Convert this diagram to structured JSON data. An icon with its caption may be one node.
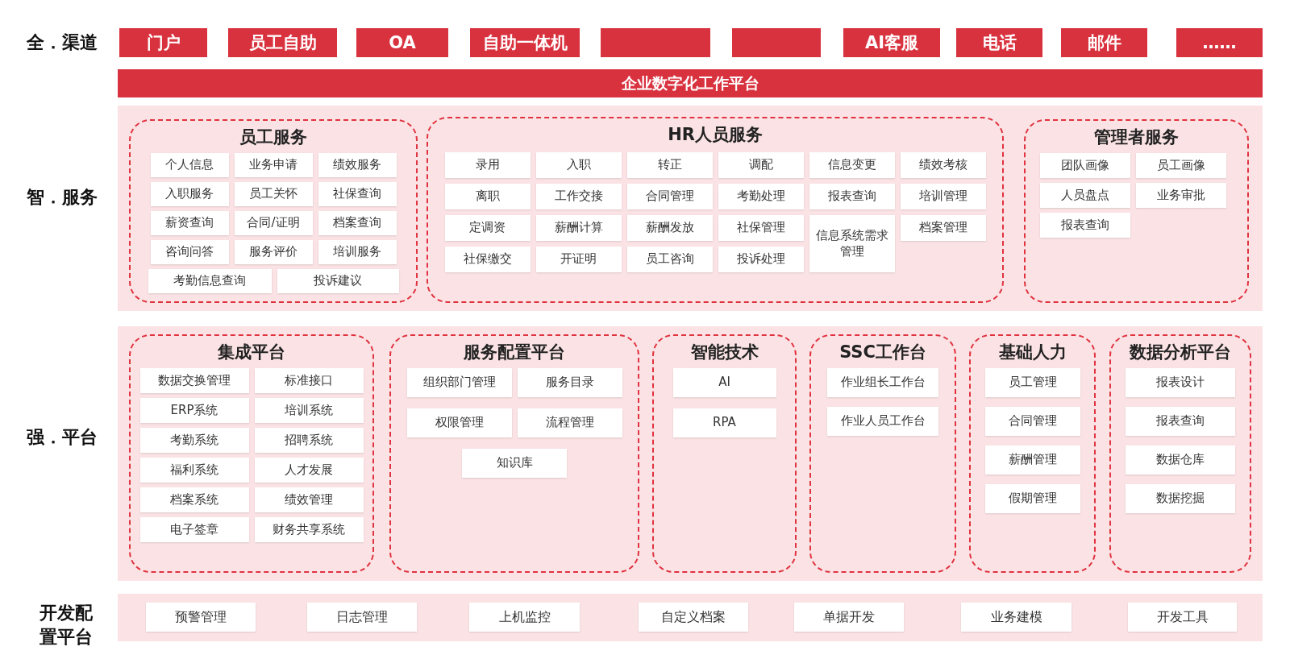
{
  "diagram": {
    "nodes": [
      {
        "text": [
          "门户"
        ]
      },
      {
        "text": [
          "员工自助"
        ]
      },
      {
        "text": [
          "OA"
        ]
      },
      {
        "text": [
          "自助一体机"
        ]
      },
      {
        "text": [],
        "shape": "box"
      },
      {
        "text": [],
        "shape": "box"
      },
      {
        "text": [
          "AI客服"
        ]
      },
      {
        "text": [
          "电话"
        ]
      },
      {
        "text": [
          "邮件"
        ]
      },
      {
        "text": [
          "……"
        ]
      },
      {
        "text": [
          "企业数字化工作平台"
        ]
      },
      {
        "text": [
          "员工服务"
        ]
      },
      {
        "text": [
          "个人信息"
        ],
        "in": 11
      },
      {
        "text": [
          "业务申请"
        ],
        "in": 11
      },
      {
        "text": [
          "绩效服务"
        ],
        "in": 11
      },
      {
        "text": [
          "入职服务"
        ],
        "in": 11
      },
      {
        "text": [
          "员工关怀"
        ],
        "in": 11
      },
      {
        "text": [
          "社保查询"
        ],
        "in": 11
      },
      {
        "text": [
          "薪资查询"
        ],
        "in": 11
      },
      {
        "text": [
          "合同/证明"
        ],
        "in": 11
      },
      {
        "text": [
          "档案查询"
        ],
        "in": 11
      },
      {
        "text": [
          "咨询问答"
        ],
        "in": 11
      },
      {
        "text": [
          "服务评价"
        ],
        "in": 11
      },
      {
        "text": [
          "培训服务"
        ],
        "in": 11
      },
      {
        "text": [
          "考勤信息查询"
        ],
        "in": 11
      },
      {
        "text": [
          "投诉建议"
        ],
        "in": 11
      },
      {
        "text": [
          "HR人员服务"
        ]
      },
      {
        "text": [
          "录用"
        ],
        "in": 26
      },
      {
        "text": [
          "入职"
        ],
        "in": 26
      },
      {
        "text": [
          "转正"
        ],
        "in": 26
      },
      {
        "text": [
          "调配"
        ],
        "in": 26
      },
      {
        "text": [
          "信息变更"
        ],
        "in": 26
      },
      {
        "text": [
          "绩效考核"
        ],
        "in": 26
      },
      {
        "text": [
          "离职"
        ],
        "in": 26
      },
      {
        "text": [
          "工作交接"
        ],
        "in": 26
      },
      {
        "text": [
          "合同管理"
        ],
        "in": 26
      },
      {
        "text": [
          "考勤处理"
        ],
        "in": 26
      },
      {
        "text": [
          "报表查询"
        ],
        "in": 26
      },
      {
        "text": [
          "培训管理"
        ],
        "in": 26
      },
      {
        "text": [
          "定调资"
        ],
        "in": 26
      },
      {
        "text": [
          "薪酬计算"
        ],
        "in": 26
      },
      {
        "text": [
          "薪酬发放"
        ],
        "in": 26
      },
      {
        "text": [
          "社保管理"
        ],
        "in": 26
      },
      {
        "text": [
          "信息系统需求管理"
        ],
        "in": 26
      },
      {
        "text": [
          "档案管理"
        ],
        "in": 26
      },
      {
        "text": [
          "社保缴交"
        ],
        "in": 26
      },
      {
        "text": [
          "开证明"
        ],
        "in": 26
      },
      {
        "text": [
          "员工咨询"
        ],
        "in": 26
      },
      {
        "text": [
          "投诉处理"
        ],
        "in": 26
      },
      {
        "text": [
          "管理者服务"
        ]
      },
      {
        "text": [
          "团队画像"
        ],
        "in": 49
      },
      {
        "text": [
          "员工画像"
        ],
        "in": 49
      },
      {
        "text": [
          "人员盘点"
        ],
        "in": 49
      },
      {
        "text": [
          "业务审批"
        ],
        "in": 49
      },
      {
        "text": [
          "报表查询"
        ],
        "in": 49
      },
      {
        "text": [
          "集成平台"
        ]
      },
      {
        "text": [
          "数据交换管理"
        ],
        "in": 55
      },
      {
        "text": [
          "标准接口"
        ],
        "in": 55
      },
      {
        "text": [
          "ERP系统"
        ],
        "in": 55
      },
      {
        "text": [
          "培训系统"
        ],
        "in": 55
      },
      {
        "text": [
          "考勤系统"
        ],
        "in": 55
      },
      {
        "text": [
          "招聘系统"
        ],
        "in": 55
      },
      {
        "text": [
          "福利系统"
        ],
        "in": 55
      },
      {
        "text": [
          "人才发展"
        ],
        "in": 55
      },
      {
        "text": [
          "档案系统"
        ],
        "in": 55
      },
      {
        "text": [
          "绩效管理"
        ],
        "in": 55
      },
      {
        "text": [
          "电子签章"
        ],
        "in": 55
      },
      {
        "text": [
          "财务共享系统"
        ],
        "in": 55
      },
      {
        "text": [
          "服务配置平台"
        ]
      },
      {
        "text": [
          "组织部门管理"
        ],
        "in": 68
      },
      {
        "text": [
          "服务目录"
        ],
        "in": 68
      },
      {
        "text": [
          "权限管理"
        ],
        "in": 68
      },
      {
        "text": [
          "流程管理"
        ],
        "in": 68
      },
      {
        "text": [
          "知识库"
        ],
        "in": 68
      },
      {
        "text": [
          "智能技术"
        ]
      },
      {
        "text": [
          "AI"
        ],
        "in": 74
      },
      {
        "text": [
          "RPA"
        ],
        "in": 74
      },
      {
        "text": [
          "SSC工作台"
        ]
      },
      {
        "text": [
          "作业组长工作台"
        ],
        "in": 77
      },
      {
        "text": [
          "作业人员工作台"
        ],
        "in": 77
      },
      {
        "text": [
          "基础人力"
        ]
      },
      {
        "text": [
          "员工管理"
        ],
        "in": 80
      },
      {
        "text": [
          "合同管理"
        ],
        "in": 80
      },
      {
        "text": [
          "薪酬管理"
        ],
        "in": 80
      },
      {
        "text": [
          "假期管理"
        ],
        "in": 80
      },
      {
        "text": [
          "数据分析平台"
        ]
      },
      {
        "text": [
          "报表设计"
        ],
        "in": 85
      },
      {
        "text": [
          "报表查询"
        ],
        "in": 85
      },
      {
        "text": [
          "数据仓库"
        ],
        "in": 85
      },
      {
        "text": [
          "数据挖掘"
        ],
        "in": 85
      },
      {
        "text": [
          "预警管理"
        ]
      },
      {
        "text": [
          "日志管理"
        ]
      },
      {
        "text": [
          "上机监控"
        ]
      },
      {
        "text": [
          "自定义档案"
        ]
      },
      {
        "text": [
          "单据开发"
        ]
      },
      {
        "text": [
          "业务建模"
        ]
      },
      {
        "text": [
          "开发工具"
        ]
      }
    ],
    "edges": [],
    "labels": [
      "全．渠道",
      "智．服务",
      "强．平台",
      "开发配置平台"
    ]
  }
}
